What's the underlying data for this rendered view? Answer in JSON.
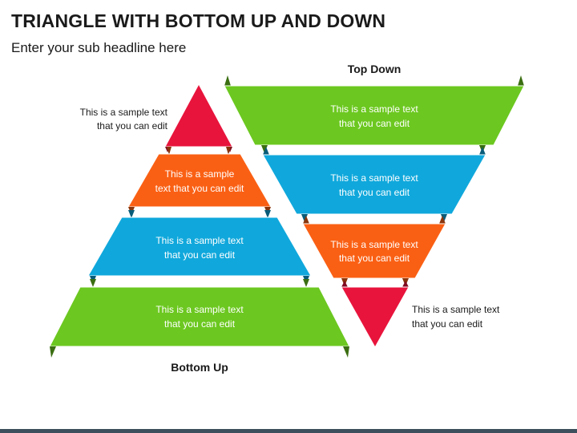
{
  "title": "TRIANGLE WITH BOTTOM UP AND DOWN",
  "subtitle": "Enter your sub headline here",
  "colors": {
    "red": "#e8143c",
    "orange": "#fa6014",
    "blue": "#10a8dc",
    "green": "#6cc820"
  },
  "bottom_up": {
    "heading": "Bottom Up",
    "side_text": [
      "This is a sample text",
      "that you can edit"
    ],
    "levels": [
      {
        "color": "red",
        "text": []
      },
      {
        "color": "orange",
        "text": [
          "This is a sample",
          "text that you can edit"
        ]
      },
      {
        "color": "blue",
        "text": [
          "This is a sample text",
          "that you can edit"
        ]
      },
      {
        "color": "green",
        "text": [
          "This is a sample text",
          "that you can edit"
        ]
      }
    ]
  },
  "top_down": {
    "heading": "Top Down",
    "side_text": [
      "This is a sample text",
      "that you can edit"
    ],
    "levels": [
      {
        "color": "green",
        "text": [
          "This is a sample text",
          "that you can edit"
        ]
      },
      {
        "color": "blue",
        "text": [
          "This is a sample text",
          "that you can edit"
        ]
      },
      {
        "color": "orange",
        "text": [
          "This is a sample text",
          "that you can edit"
        ]
      },
      {
        "color": "red",
        "text": []
      }
    ]
  }
}
